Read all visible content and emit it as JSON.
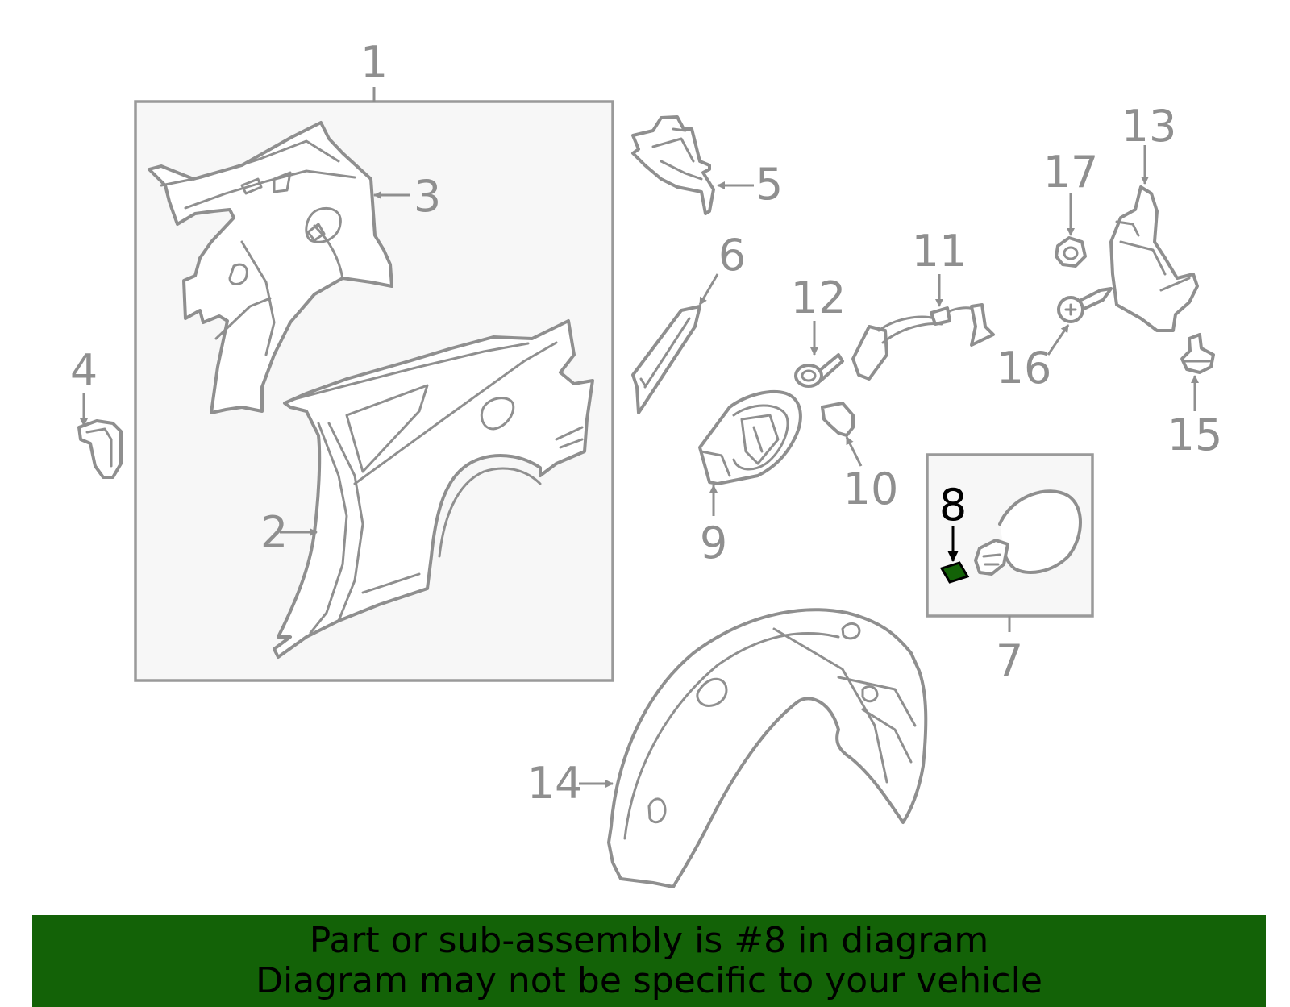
{
  "callouts": {
    "c1": "1",
    "c2": "2",
    "c3": "3",
    "c4": "4",
    "c5": "5",
    "c6": "6",
    "c7": "7",
    "c8": "8",
    "c9": "9",
    "c10": "10",
    "c11": "11",
    "c12": "12",
    "c13": "13",
    "c14": "14",
    "c15": "15",
    "c16": "16",
    "c17": "17"
  },
  "highlight": {
    "part": "8",
    "color": "#136207"
  },
  "banner": {
    "line1": "Part or sub-assembly is #8 in diagram",
    "line2": "Diagram may not be specific to your vehicle",
    "color": "#136207"
  }
}
